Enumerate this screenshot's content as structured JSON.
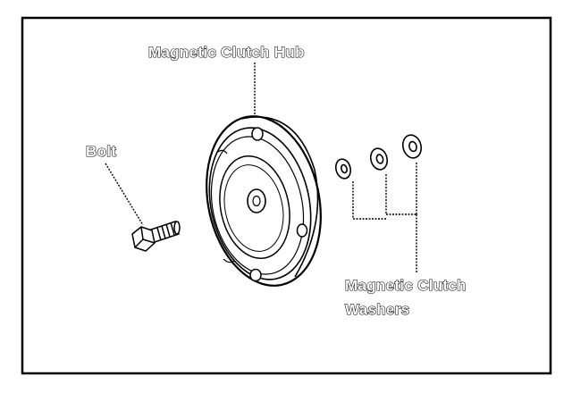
{
  "labels": {
    "hub": "Magnetic Clutch Hub",
    "bolt": "Bolt",
    "washers_line1": "Magnetic Clutch",
    "washers_line2": "Washers"
  },
  "colors": {
    "ink": "#000000",
    "paper": "#ffffff"
  }
}
